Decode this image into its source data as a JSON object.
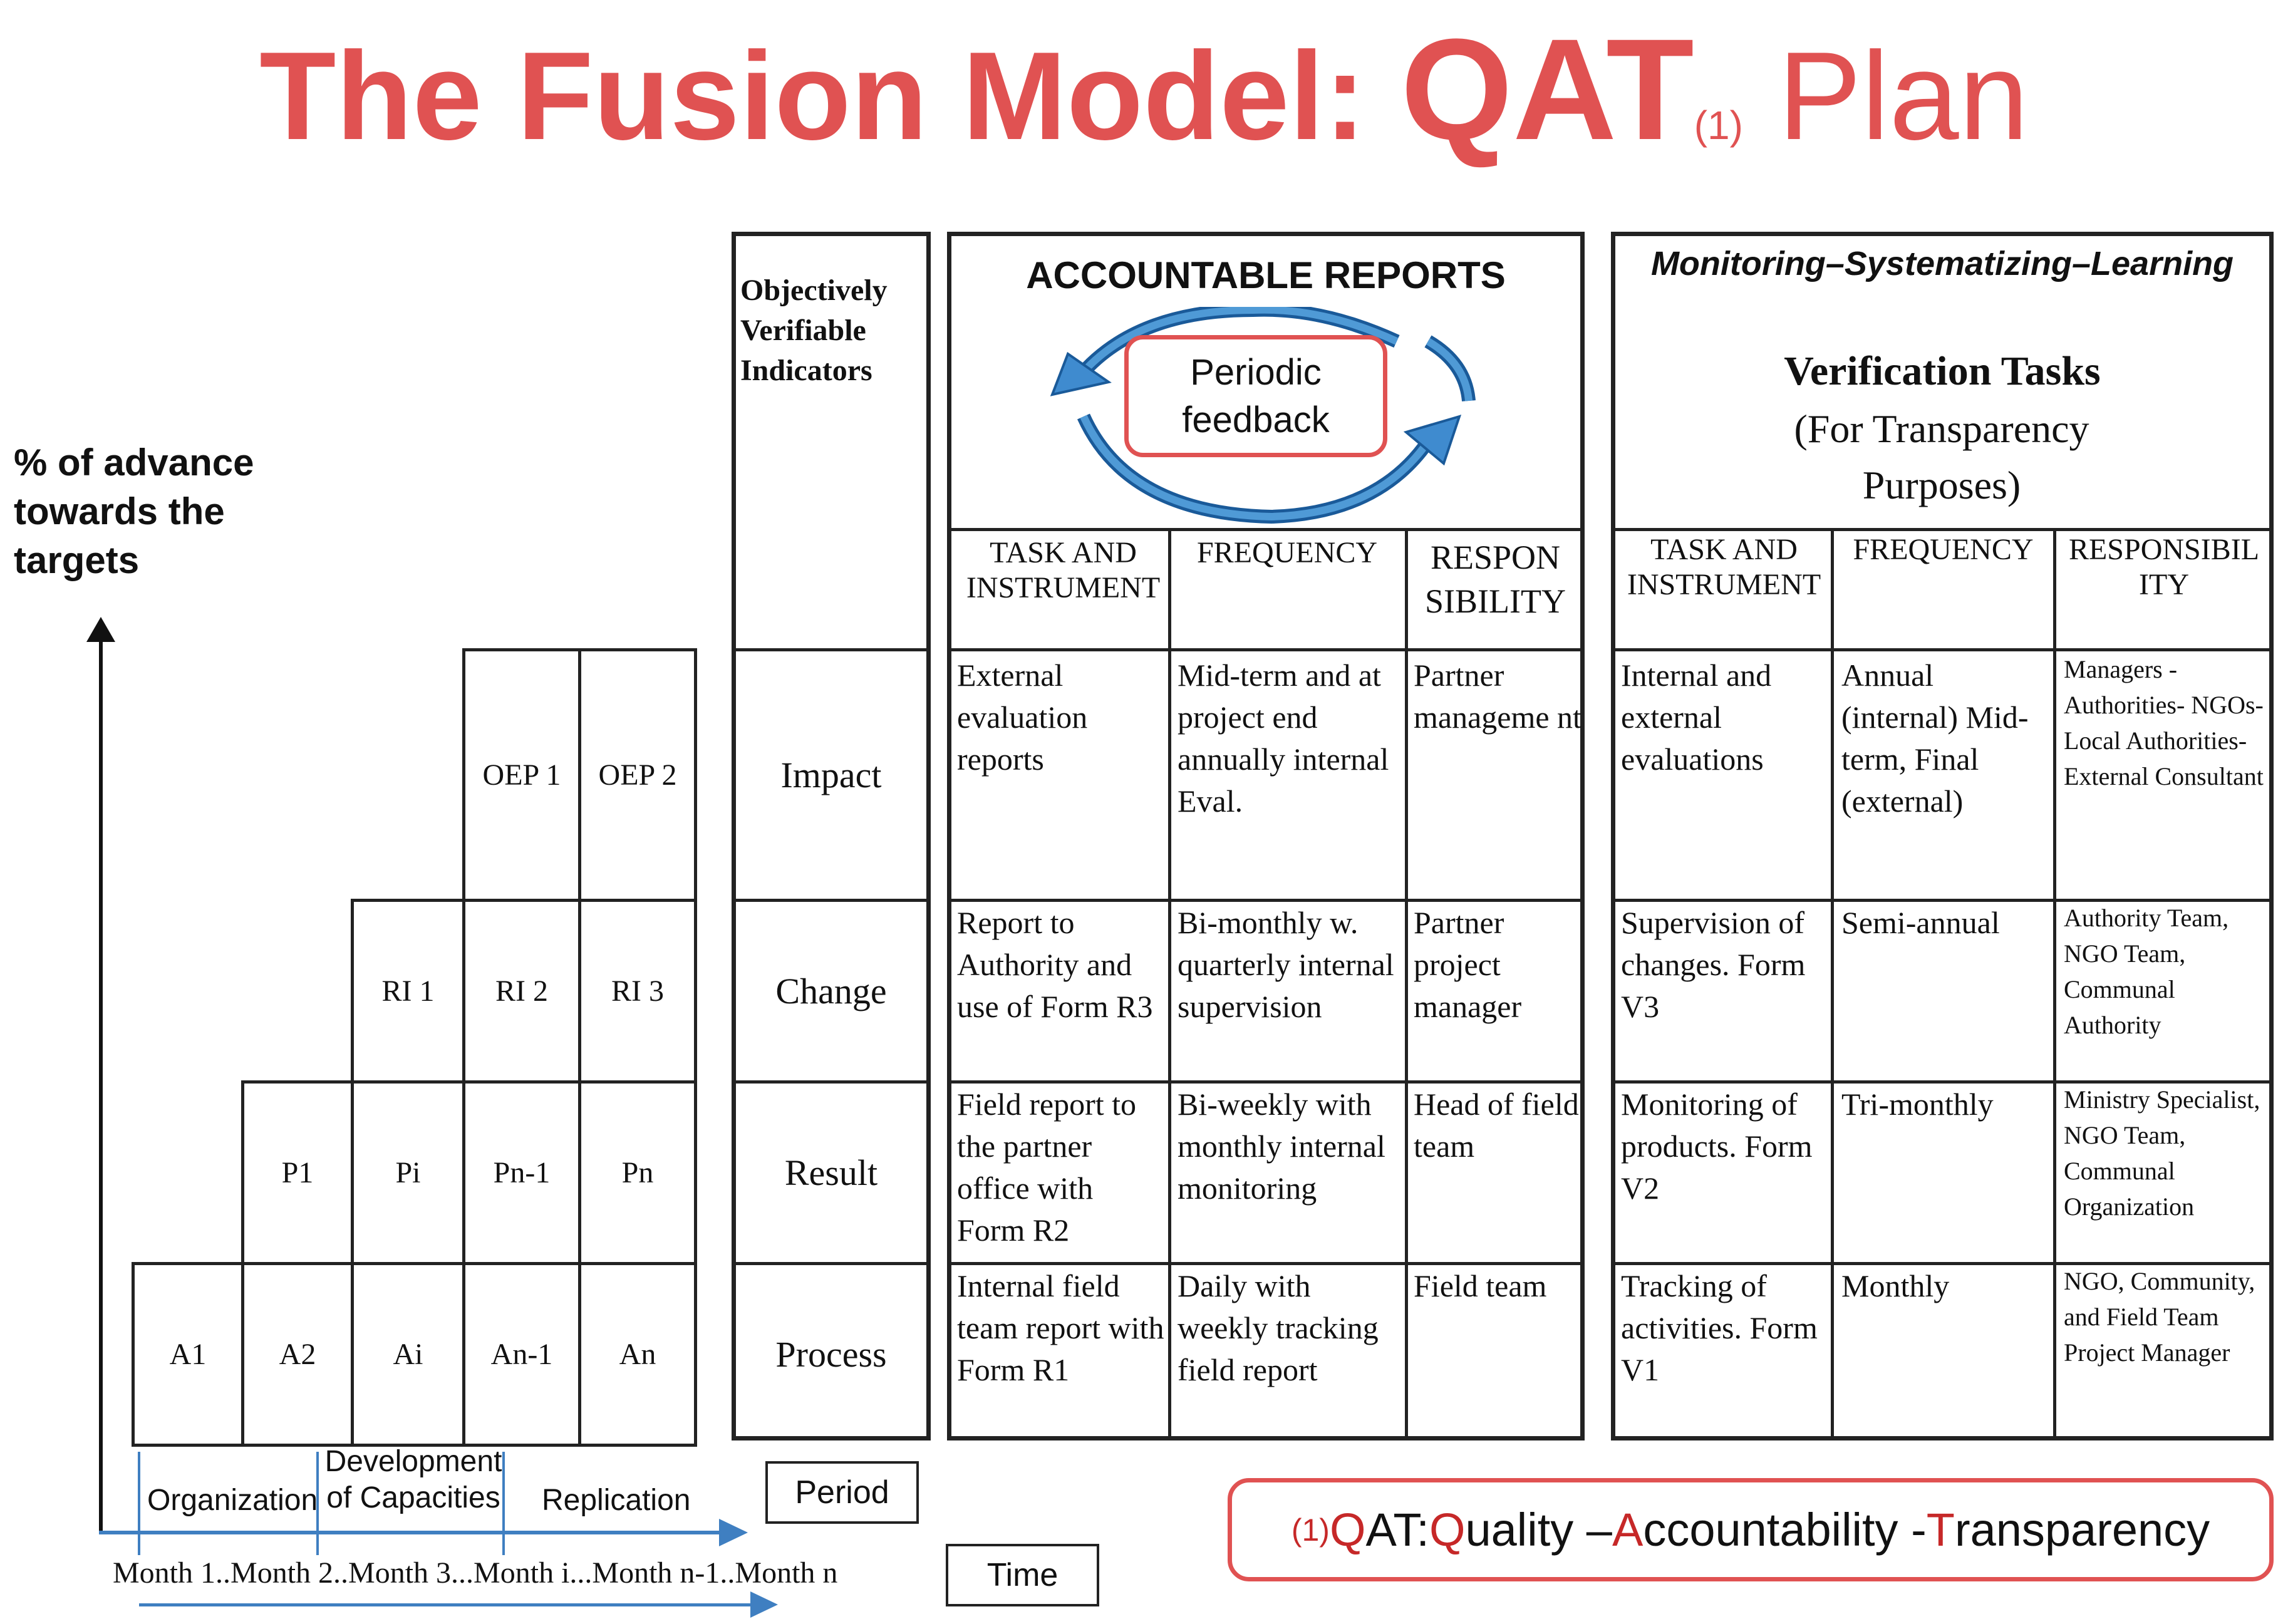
{
  "title": {
    "part1": "The Fusion Model: ",
    "qat": "QAT",
    "superscript": "(1)",
    "part2": " Plan"
  },
  "y_axis_label": "% of advance towards the targets",
  "staircase": {
    "row_impact": [
      "OEP 1",
      "OEP 2"
    ],
    "row_change": [
      "RI 1",
      "RI 2",
      "RI 3"
    ],
    "row_result": [
      "P1",
      "Pi",
      "Pn-1",
      "Pn"
    ],
    "row_process": [
      "A1",
      "A2",
      "Ai",
      "An-1",
      "An"
    ]
  },
  "phases": {
    "organization": "Organization",
    "development": "Development of Capacities",
    "replication": "Replication"
  },
  "time_axis": "Month 1..Month 2..Month 3...Month i...Month n-1..Month n",
  "period_label": "Period",
  "time_label": "Time",
  "ovi": {
    "header": "Objectively Verifiable Indicators",
    "rows": [
      "Impact",
      "Change",
      "Result",
      "Process"
    ]
  },
  "accountable_reports": {
    "title": "ACCOUNTABLE REPORTS",
    "cycle_label": "Periodic feedback",
    "columns": [
      "TASK AND INSTRUMENT",
      "FREQUENCY",
      "RESPON SIBILITY"
    ],
    "rows": [
      [
        "External evaluation reports",
        "Mid-term and at project end annually internal Eval.",
        "Partner manageme nt"
      ],
      [
        "Report to Authority and use of Form R3",
        "Bi-monthly w. quarterly internal supervision",
        "Partner project manager"
      ],
      [
        "Field report to the partner office with Form R2",
        "Bi-weekly with monthly internal monitoring",
        "Head of field team"
      ],
      [
        "Internal field team report with Form R1",
        "Daily with weekly tracking field report",
        "Field team"
      ]
    ]
  },
  "msl": {
    "subtitle": "Monitoring–Systematizing–Learning",
    "title": "Verification Tasks",
    "title2": "(For Transparency Purposes)",
    "columns": [
      "TASK AND INSTRUMENT",
      "FREQUENCY",
      "RESPONSIBIL ITY"
    ],
    "rows": [
      [
        "Internal and external evaluations",
        "Annual (internal) Mid-term, Final (external)",
        "Managers - Authorities- NGOs-Local Authorities- External Consultant"
      ],
      [
        "Supervision of changes. Form V3",
        "Semi-annual",
        "Authority Team, NGO Team, Communal Authority"
      ],
      [
        "Monitoring of products. Form V2",
        "Tri-monthly",
        "Ministry Specialist, NGO Team, Communal Organization"
      ],
      [
        "Tracking of activities. Form V1",
        "Monthly",
        "NGO, Community, and Field Team Project Manager"
      ]
    ]
  },
  "legend": {
    "prefix": "(1)",
    "q": "Q",
    "q_rest": "AT: ",
    "q2": "Q",
    "uality": "uality – ",
    "a": "A",
    "ccountability": "ccountability - ",
    "t": "T",
    "ransparency": "ransparency"
  },
  "colors": {
    "title_red": "#e05252",
    "arrow_blue": "#3f7fc1",
    "border": "#222222"
  }
}
